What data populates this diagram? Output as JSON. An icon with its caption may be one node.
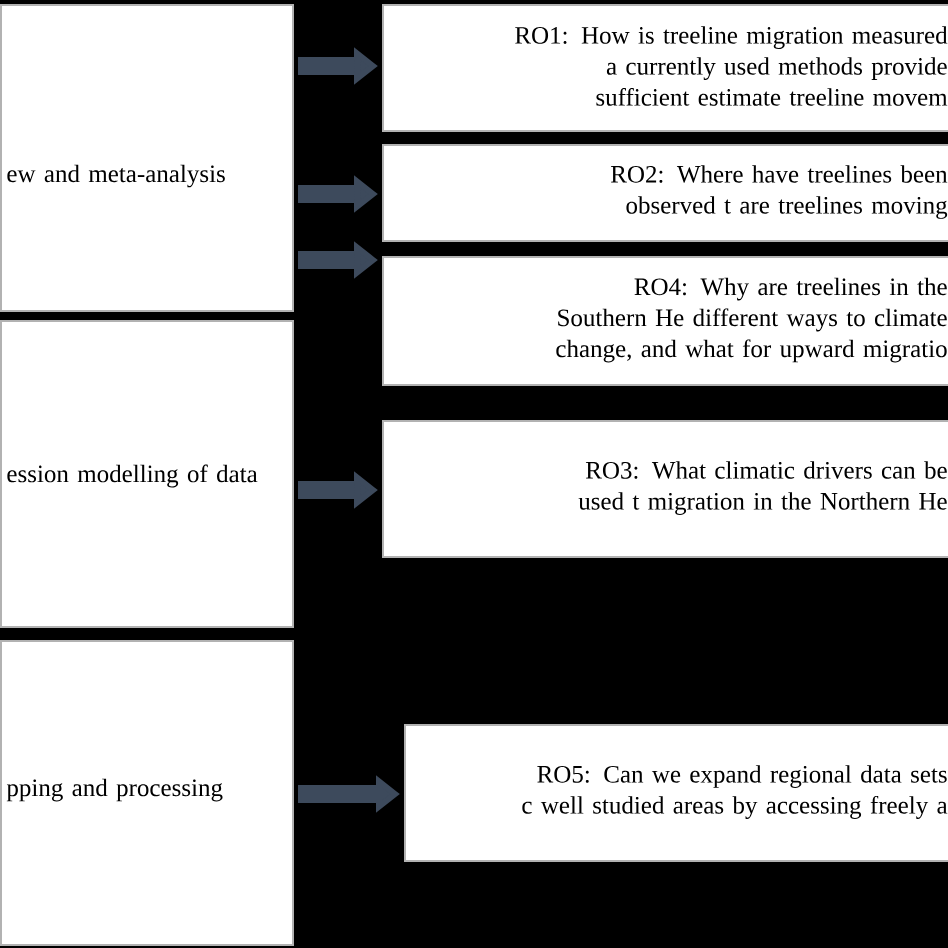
{
  "diagram": {
    "nodes": [
      {
        "text": [
          "ew and meta-analysis"
        ]
      },
      {
        "text": [
          "RO1: How is treeline migration measured a currently used methods provide sufficient estimate treeline movem"
        ]
      },
      {
        "text": [
          "RO2: Where have treelines been observed t are treelines moving"
        ]
      },
      {
        "text": [
          "RO4: Why are treelines in the Southern He different ways to climate change, and what for upward migratio"
        ]
      },
      {
        "text": [
          "ession modelling of data"
        ]
      },
      {
        "text": [
          "RO3: What climatic drivers can be used t migration in the Northern He"
        ]
      },
      {
        "text": [
          "pping and processing"
        ]
      },
      {
        "text": [
          "RO5: Can we expand regional data sets c well studied areas by accessing freely a"
        ]
      }
    ],
    "edges": [
      {
        "from": 0,
        "to": 1,
        "arrow": "to"
      },
      {
        "from": 0,
        "to": 2,
        "arrow": "to"
      },
      {
        "from": 0,
        "to": 3,
        "arrow": "to"
      },
      {
        "from": 4,
        "to": 5,
        "arrow": "to"
      },
      {
        "from": 6,
        "to": 7,
        "arrow": "to"
      }
    ]
  }
}
